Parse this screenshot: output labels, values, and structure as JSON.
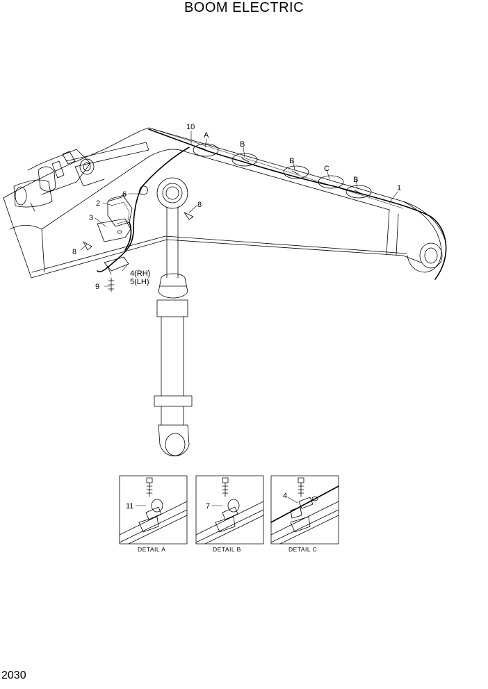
{
  "title": "BOOM ELECTRIC",
  "page_number": "2030",
  "callouts": {
    "c1": "1",
    "c2": "2",
    "c3": "3",
    "c4rh": "4(RH)",
    "c5lh": "5(LH)",
    "c6": "6",
    "c7": "7",
    "c8a": "8",
    "c8b": "8",
    "c9": "9",
    "c10": "10",
    "c11": "11",
    "c4": "4",
    "detA": "A",
    "detB1": "B",
    "detB2": "B",
    "detC": "C",
    "detB3": "B"
  },
  "details": {
    "a": "DETAIL  A",
    "b": "DETAIL  B",
    "c": "DETAIL  C"
  }
}
